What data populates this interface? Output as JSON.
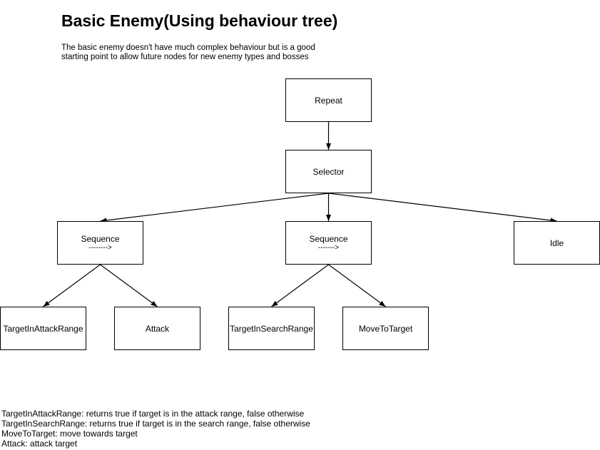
{
  "title": "Basic Enemy(Using behaviour tree)",
  "description": {
    "line1": "The basic enemy doesn't have much complex behaviour but is a good",
    "line2": "starting point to allow future nodes for new enemy types and bosses"
  },
  "nodes": {
    "repeat": {
      "label": "Repeat"
    },
    "selector": {
      "label": "Selector"
    },
    "sequence_left": {
      "label": "Sequence",
      "sublabel": "-------->"
    },
    "sequence_mid": {
      "label": "Sequence",
      "sublabel": "------->"
    },
    "idle": {
      "label": "Idle"
    },
    "target_in_attack_range": {
      "label": "TargetInAttackRange"
    },
    "attack": {
      "label": "Attack"
    },
    "target_in_search_range": {
      "label": "TargetInSearchRange"
    },
    "move_to_target": {
      "label": "MoveToTarget"
    }
  },
  "edges": [
    [
      "repeat",
      "selector"
    ],
    [
      "selector",
      "sequence_left"
    ],
    [
      "selector",
      "sequence_mid"
    ],
    [
      "selector",
      "idle"
    ],
    [
      "sequence_left",
      "target_in_attack_range"
    ],
    [
      "sequence_left",
      "attack"
    ],
    [
      "sequence_mid",
      "target_in_search_range"
    ],
    [
      "sequence_mid",
      "move_to_target"
    ]
  ],
  "notes": [
    "TargetInAttackRange: returns true if target is in the attack range, false otherwise",
    "TargetInSearchRange: returns true if target is in the search range, false otherwise",
    "MoveToTarget: move towards target",
    "Attack: attack target"
  ],
  "colors": {
    "stroke": "#000000",
    "fill": "#ffffff",
    "text": "#000000"
  }
}
